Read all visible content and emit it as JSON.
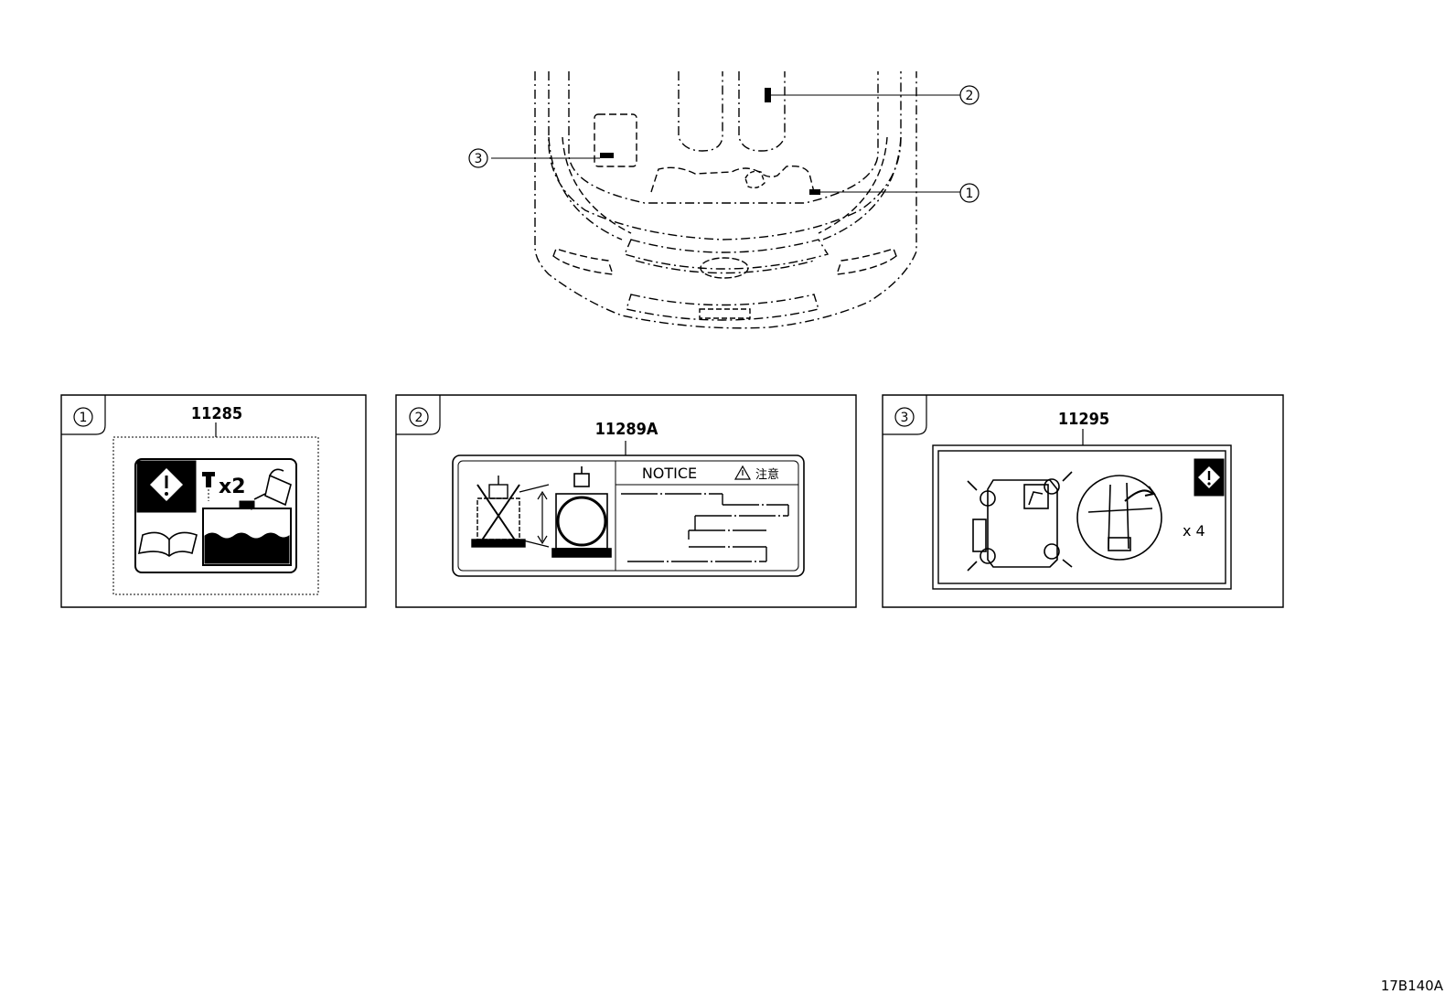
{
  "callouts": [
    {
      "number": "1"
    },
    {
      "number": "2"
    },
    {
      "number": "3"
    }
  ],
  "panels": [
    {
      "number": "1",
      "part_number": "11285",
      "label_badge": "x2"
    },
    {
      "number": "2",
      "part_number": "11289A",
      "notice_text": "NOTICE",
      "notice_jp": "注意"
    },
    {
      "number": "3",
      "part_number": "11295",
      "multiplier": "x 4"
    }
  ],
  "figure_code": "17B140A",
  "colors": {
    "line": "#000000",
    "background": "#ffffff"
  }
}
